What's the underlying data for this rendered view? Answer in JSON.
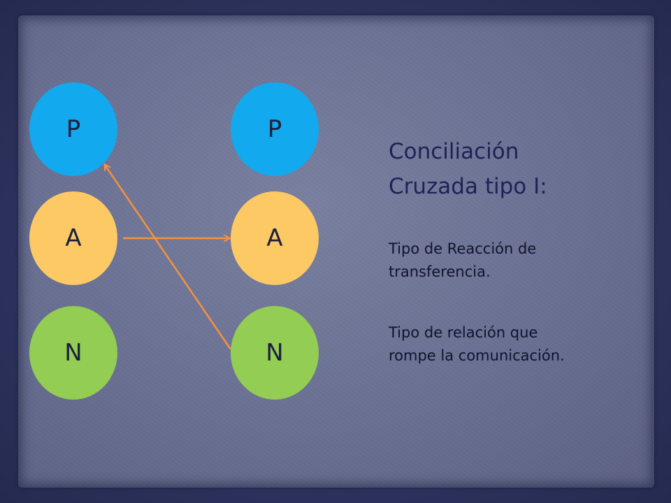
{
  "slide": {
    "title_lines": [
      "Conciliación",
      "Cruzada tipo I:"
    ],
    "description_1_lines": [
      "Tipo de Reacción de",
      "transferencia."
    ],
    "description_2_lines": [
      "Tipo de relación que",
      "rompe la comunicación."
    ]
  },
  "diagram": {
    "left_column": {
      "p": "P",
      "a": "A",
      "n": "N"
    },
    "right_column": {
      "p": "P",
      "a": "A",
      "n": "N"
    },
    "arrows": [
      {
        "from": "left.A",
        "to": "right.A"
      },
      {
        "from": "right.N",
        "to": "left.P"
      }
    ]
  },
  "colors": {
    "parent": "#12a9ee",
    "adult": "#fdc965",
    "child": "#93cd53",
    "arrow": "#f5923e",
    "title": "#1d2258"
  }
}
